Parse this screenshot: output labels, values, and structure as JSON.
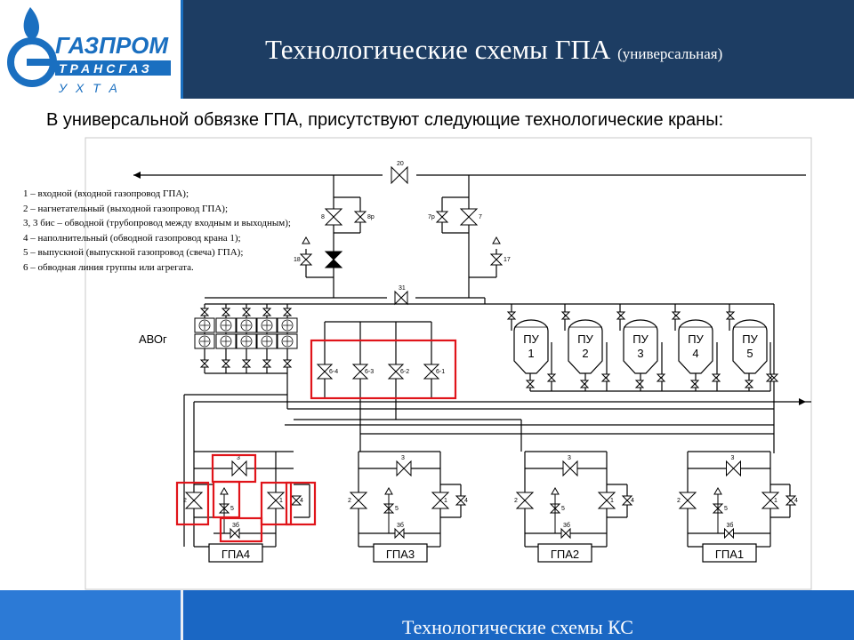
{
  "logo": {
    "line1": "ГАЗПРОМ",
    "line2": "ТРАНСГАЗ",
    "line3": "У Х Т А"
  },
  "header": {
    "title": "Технологические схемы ГПА",
    "title_sub": "(универсальная)"
  },
  "subtitle": "В универсальной обвязке ГПА, присутствуют следующие технологические краны:",
  "legend": [
    "1 – входной (входной газопровод ГПА);",
    "2 – нагнетательный (выходной газопровод ГПА);",
    "3, 3 бис – обводной (трубопровод между входным и выходным);",
    "4 – наполнительный (обводной газопровод крана 1);",
    "5 – выпускной (выпускной газопровод (свеча) ГПА);",
    "6 – обводная линия группы или агрегата."
  ],
  "diagram": {
    "avo_label": "АВОг",
    "gpa_units": [
      "ГПА4",
      "ГПА3",
      "ГПА2",
      "ГПА1"
    ],
    "pu_units": [
      [
        "ПУ",
        "1"
      ],
      [
        "ПУ",
        "2"
      ],
      [
        "ПУ",
        "3"
      ],
      [
        "ПУ",
        "4"
      ],
      [
        "ПУ",
        "5"
      ]
    ],
    "valves_group6": [
      "6-4",
      "6-3",
      "6-2",
      "6-1"
    ],
    "valve_labels": {
      "v20": "20",
      "v8": "8",
      "v8r": "8р",
      "v7r": "7р",
      "v7": "7",
      "v18": "18",
      "v17": "17",
      "v31": "31",
      "v3": "3",
      "v3b": "3б",
      "v1": "1",
      "v2": "2",
      "v4": "4",
      "v5": "5"
    },
    "highlight_color": "#e0141a"
  },
  "footer": {
    "text": "Технологические схемы КС"
  }
}
